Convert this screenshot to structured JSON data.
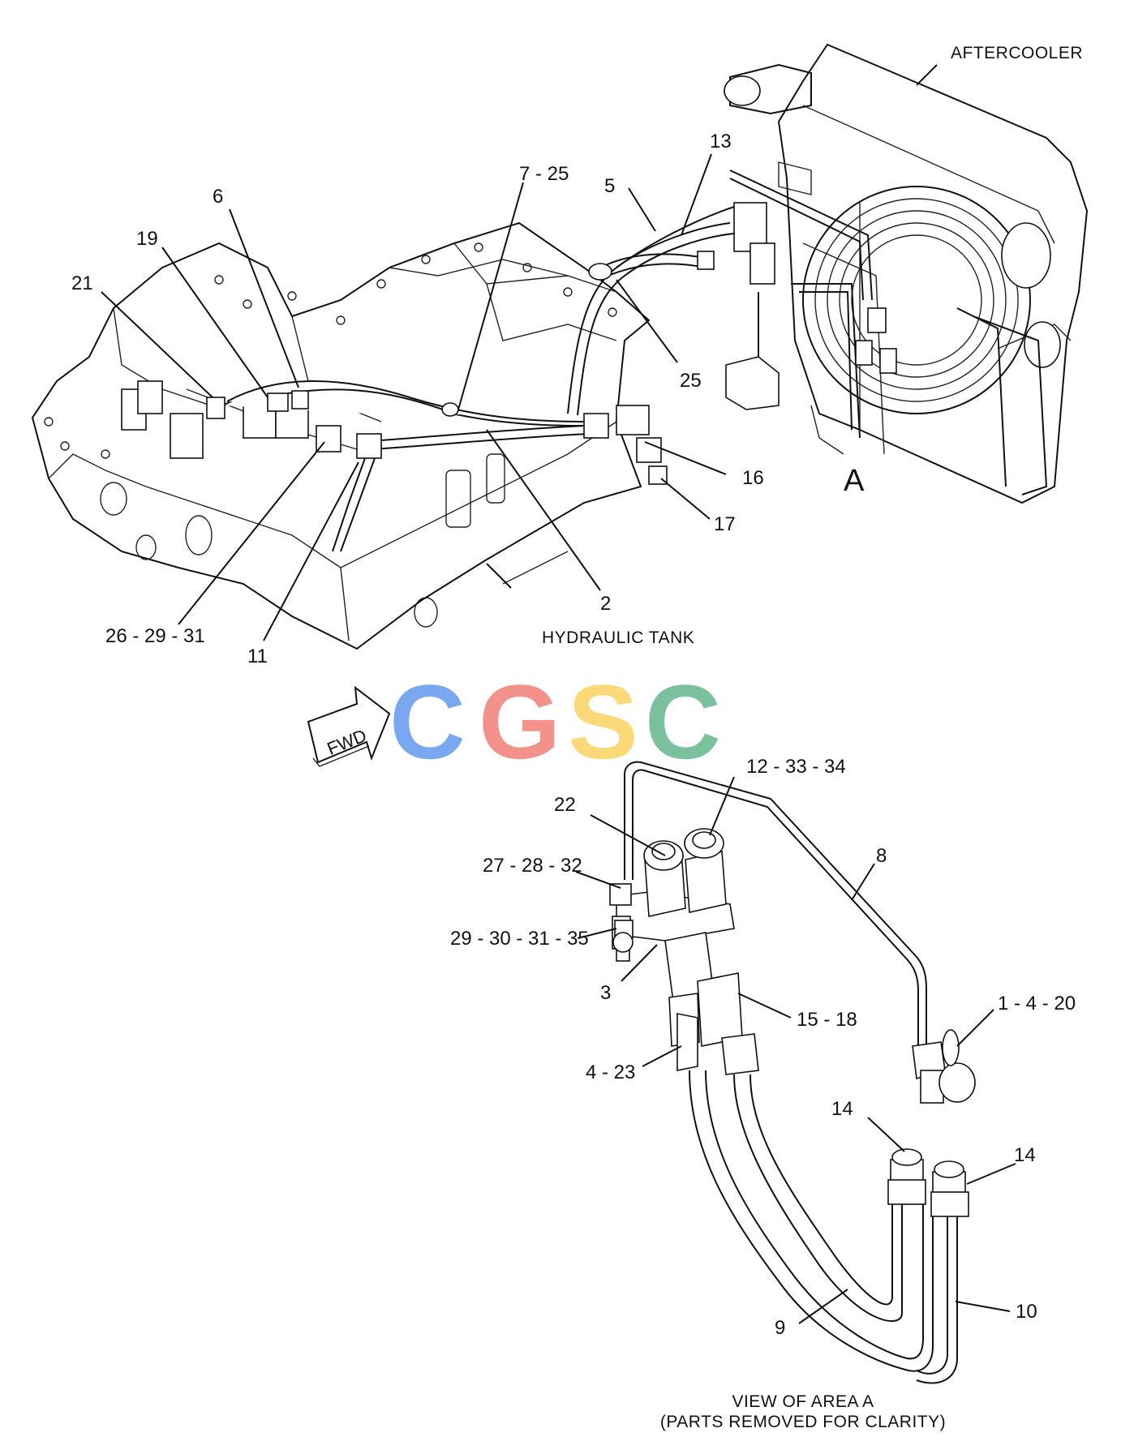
{
  "labels": {
    "aftercooler": "AFTERCOOLER",
    "hydraulic_tank": "HYDRAULIC TANK",
    "area_marker": "A",
    "view_title_line1": "VIEW OF AREA  A",
    "view_title_line2": "(PARTS REMOVED FOR CLARITY)",
    "fwd": "FWD"
  },
  "watermark": {
    "letters": [
      "C",
      "G",
      "S",
      "C"
    ],
    "colors": [
      "#7aa8f0",
      "#f2928a",
      "#fbd978",
      "#7cc19d"
    ]
  },
  "callouts_top": [
    {
      "id": "c13",
      "text": "13"
    },
    {
      "id": "c7-25",
      "text": "7 - 25"
    },
    {
      "id": "c5",
      "text": "5"
    },
    {
      "id": "c6",
      "text": "6"
    },
    {
      "id": "c19",
      "text": "19"
    },
    {
      "id": "c21",
      "text": "21"
    },
    {
      "id": "c25",
      "text": "25"
    },
    {
      "id": "c16",
      "text": "16"
    },
    {
      "id": "c17",
      "text": "17"
    },
    {
      "id": "c2",
      "text": "2"
    },
    {
      "id": "c26-29-31",
      "text": "26 - 29 - 31"
    },
    {
      "id": "c11",
      "text": "11"
    }
  ],
  "callouts_bottom": [
    {
      "id": "c12-33-34",
      "text": "12 - 33 - 34"
    },
    {
      "id": "c22",
      "text": "22"
    },
    {
      "id": "c27-28-32",
      "text": "27 - 28 - 32"
    },
    {
      "id": "c8",
      "text": "8"
    },
    {
      "id": "c29-30-31-35",
      "text": "29 - 30 - 31 - 35"
    },
    {
      "id": "c3",
      "text": "3"
    },
    {
      "id": "c15-18",
      "text": "15 - 18"
    },
    {
      "id": "c1-4-20",
      "text": "1 - 4 - 20"
    },
    {
      "id": "c4-23",
      "text": "4 - 23"
    },
    {
      "id": "c14a",
      "text": "14"
    },
    {
      "id": "c14b",
      "text": "14"
    },
    {
      "id": "c10",
      "text": "10"
    },
    {
      "id": "c9",
      "text": "9"
    }
  ]
}
